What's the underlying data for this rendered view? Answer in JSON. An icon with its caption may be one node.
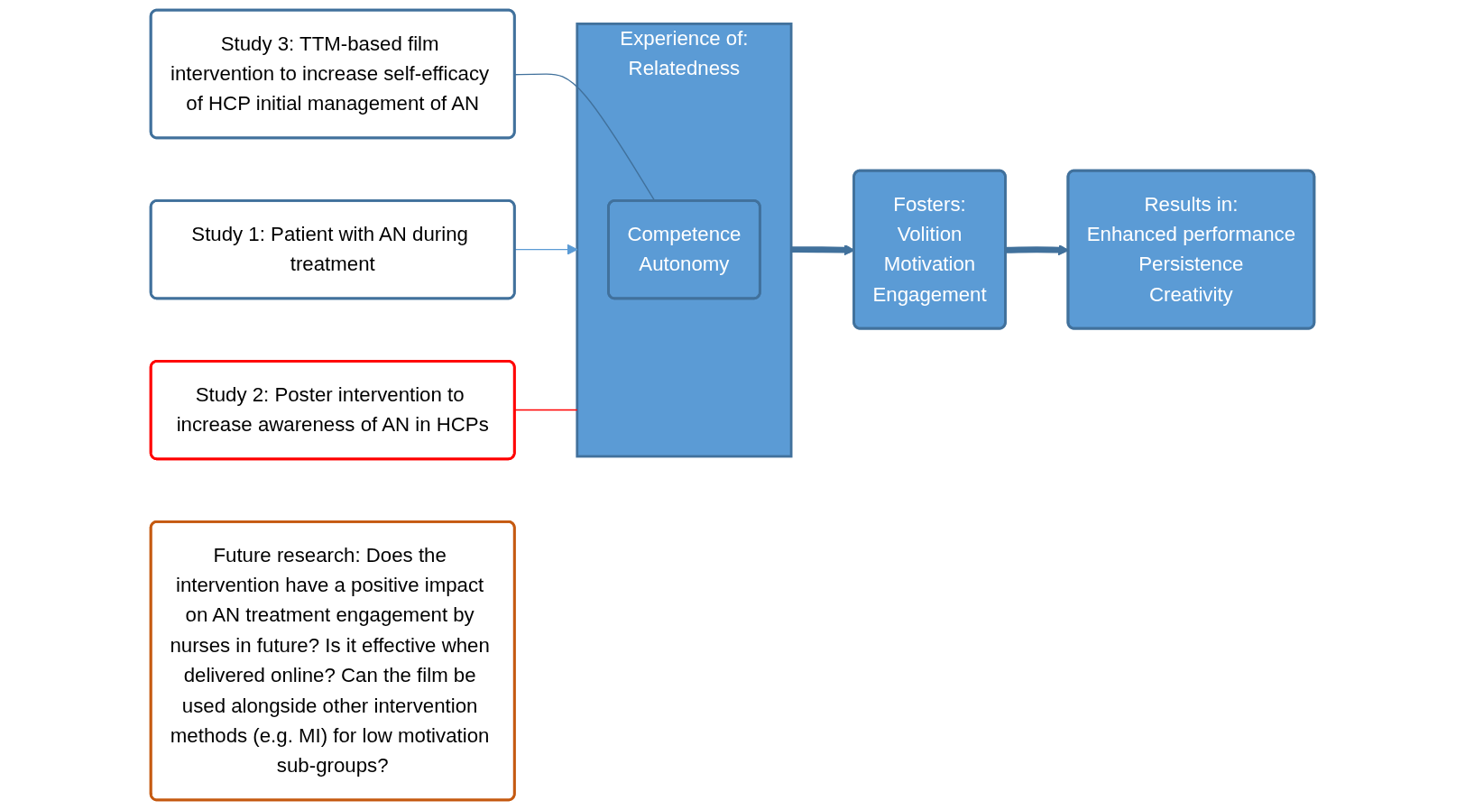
{
  "diagram": {
    "nodes": [
      {
        "text": [
          "Study 1: Patient with AN during treatment"
        ]
      },
      {
        "text": [
          "Study 2: Poster intervention to increase awareness of AN in HCPs"
        ]
      },
      {
        "text": [
          "Study 3: TTM-based film intervention to increase self-efficacy of HCP initial management of AN"
        ]
      },
      {
        "text": [
          "Experience of:",
          "Relatedness"
        ]
      },
      {
        "text": [
          "Competence",
          "Autonomy"
        ],
        "in": 3
      },
      {
        "text": [
          "Fosters:",
          "Volition",
          "Motivation",
          "Engagement"
        ]
      },
      {
        "text": [
          "Results in:",
          "Enhanced performance",
          "Persistence",
          "Creativity"
        ]
      },
      {
        "text": [
          "Future research: Does the intervention have a positive impact on AN treatment engagement by nurses in future? Is it effective when delivered online? Can the film be used alongside other intervention methods (e.g. MI) for low motivation sub-groups?"
        ]
      }
    ],
    "edges": [
      {
        "from": 0,
        "to": 3,
        "arrow": "to",
        "color": "#5b9bd5"
      },
      {
        "from": 1,
        "to": 3,
        "arrow": "none",
        "color": "#ff0000"
      },
      {
        "from": 2,
        "to": 4,
        "arrow": "none"
      },
      {
        "from": 3,
        "to": 5,
        "arrow": "to",
        "style": "thick"
      },
      {
        "from": 5,
        "to": 6,
        "arrow": "to",
        "style": "thick"
      }
    ]
  }
}
